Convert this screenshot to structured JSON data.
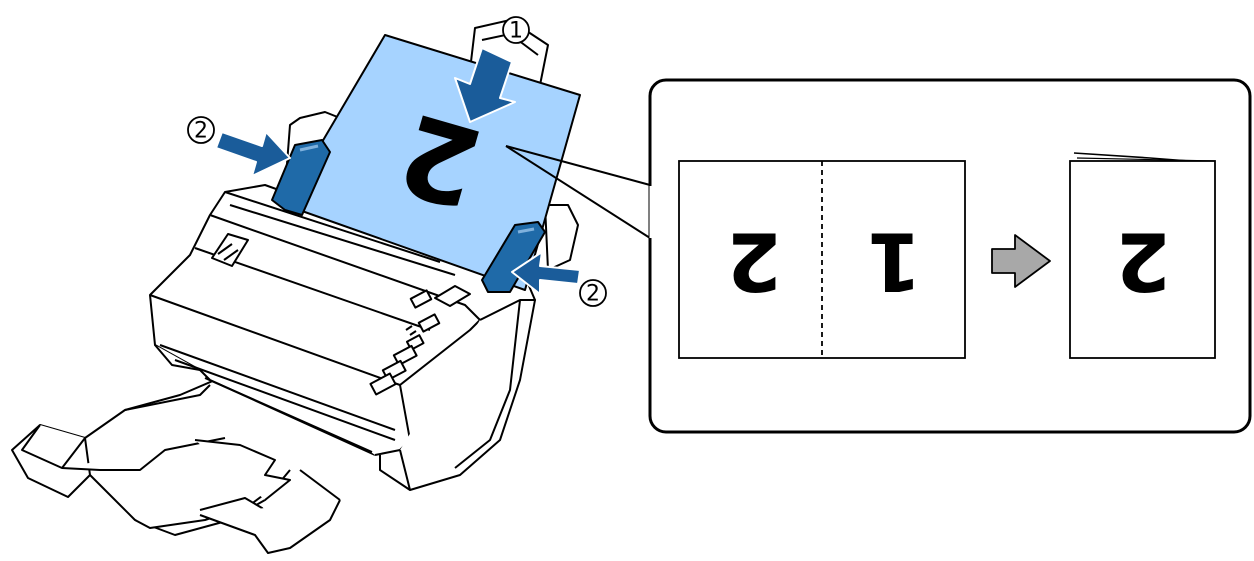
{
  "callouts": {
    "step1": "1",
    "step2_left": "2",
    "step2_right": "2"
  },
  "sheet_number": "2",
  "inset": {
    "left_page_number": "2",
    "right_page_number": "1",
    "result_page_number": "2"
  },
  "colors": {
    "paper_fill": "#a6d3ff",
    "arrow_blue": "#1a5c9a",
    "guide_blue": "#1f6aa8",
    "grey_arrow": "#a8a8a8",
    "outline": "#000000"
  },
  "icons": {
    "push_arrow": "arrow-icon",
    "transform_arrow": "right-arrow-icon"
  }
}
